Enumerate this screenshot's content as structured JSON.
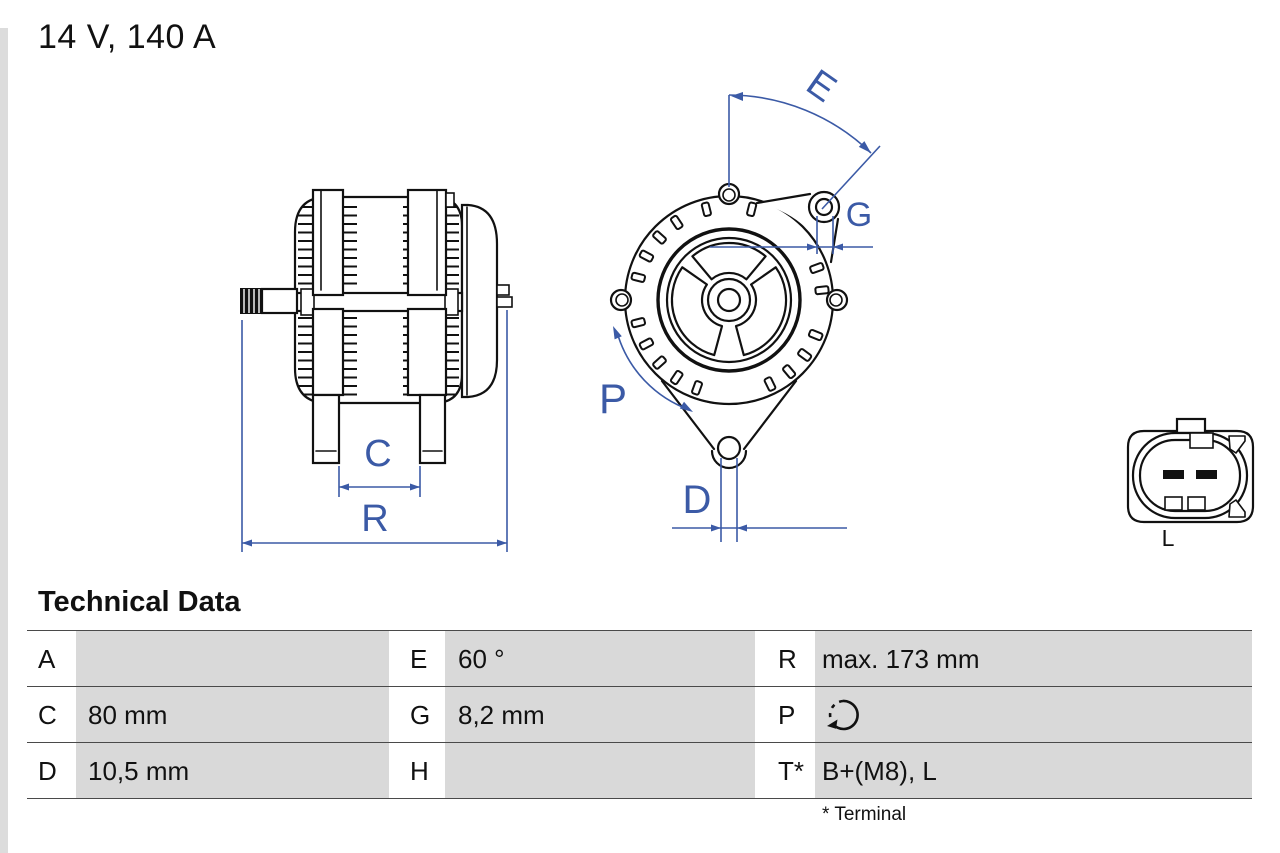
{
  "header": {
    "title": "14 V, 140 A"
  },
  "drawing": {
    "dim_labels": {
      "C": "C",
      "R": "R",
      "E": "E",
      "G": "G",
      "P": "P",
      "D": "D"
    },
    "connector_label": "L",
    "colors": {
      "outline": "#111111",
      "dimension": "#3b5aa6",
      "table_cell": "#d9d9d9"
    }
  },
  "table": {
    "title": "Technical Data",
    "footnote": "* Terminal",
    "rows": [
      [
        {
          "label": "A",
          "value": ""
        },
        {
          "label": "E",
          "value": "60 °"
        },
        {
          "label": "R",
          "value": "max. 173 mm"
        }
      ],
      [
        {
          "label": "C",
          "value": "80 mm"
        },
        {
          "label": "G",
          "value": "8,2 mm"
        },
        {
          "label": "P",
          "value": ""
        }
      ],
      [
        {
          "label": "D",
          "value": "10,5 mm"
        },
        {
          "label": "H",
          "value": ""
        },
        {
          "label": "T*",
          "value": "B+(M8), L"
        }
      ]
    ]
  }
}
